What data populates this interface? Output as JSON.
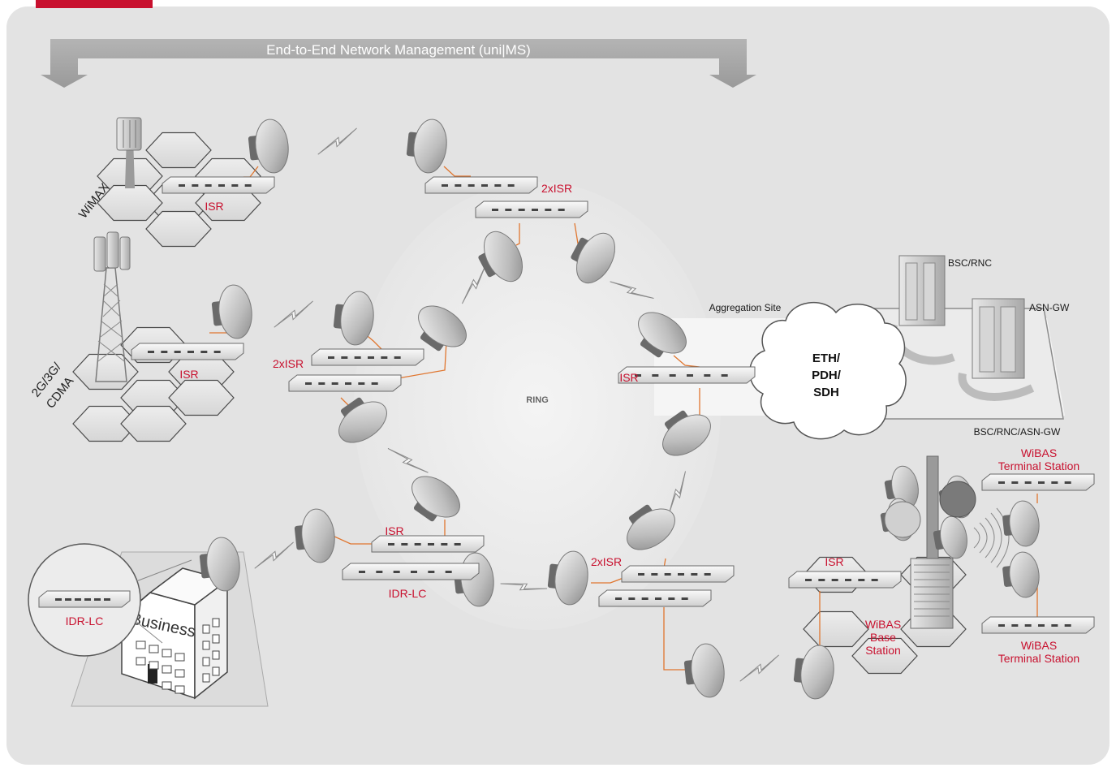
{
  "banner": {
    "title": "End-to-End Network Management (uni|MS)"
  },
  "ring": {
    "label": "RING"
  },
  "aggregation": {
    "site_label": "Aggregation Site",
    "cloud_lines": [
      "ETH/",
      "PDH/",
      "SDH"
    ],
    "bsc_label": "BSC/RNC",
    "asn_label": "ASN-GW",
    "platform_label": "BSC/RNC/ASN-GW"
  },
  "cells": {
    "wimax": "WiMAX",
    "cdma_lines": [
      "2G/3G/",
      "CDMA"
    ]
  },
  "devices": {
    "isr_wimax": "ISR",
    "isr_cdma": "ISR",
    "top_2xisr": "2xISR",
    "left_2xisr": "2xISR",
    "agg_isr": "ISR",
    "bottom_isr": "ISR",
    "bottom_idr": "IDR-LC",
    "bottom_right_2xisr": "2xISR",
    "wibas_isr": "ISR",
    "business_idr": "IDR-LC"
  },
  "business": {
    "sign": "Business"
  },
  "wibas": {
    "base_lines": [
      "WiBAS",
      "Base",
      "Station"
    ],
    "term1_lines": [
      "WiBAS",
      "Terminal Station"
    ],
    "term2_lines": [
      "WiBAS",
      "Terminal Station"
    ]
  },
  "colors": {
    "accent": "#c8102e",
    "background": "#e3e3e3",
    "link": "#e0762f"
  }
}
